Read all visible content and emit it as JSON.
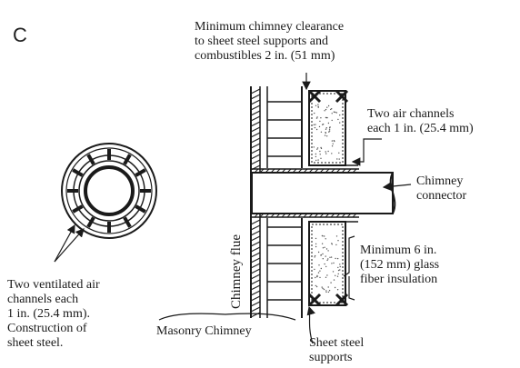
{
  "panel_letter": "C",
  "labels": {
    "clearance": "Minimum chimney clearance\nto sheet steel supports and\ncombustibles 2 in. (51 mm)",
    "air_channels": "Two air channels\neach 1 in. (25.4 mm)",
    "connector": "Chimney\nconnector",
    "insulation": "Minimum 6 in.\n(152 mm) glass\nfiber insulation",
    "ventilated": "Two ventilated air\nchannels each\n1 in. (25.4 mm).\nConstruction of\nsheet steel.",
    "masonry": "Masonry Chimney",
    "supports": "Sheet steel\nsupports",
    "flue": "Chimney flue"
  },
  "colors": {
    "ink": "#1a1a1a",
    "paper": "#ffffff"
  }
}
